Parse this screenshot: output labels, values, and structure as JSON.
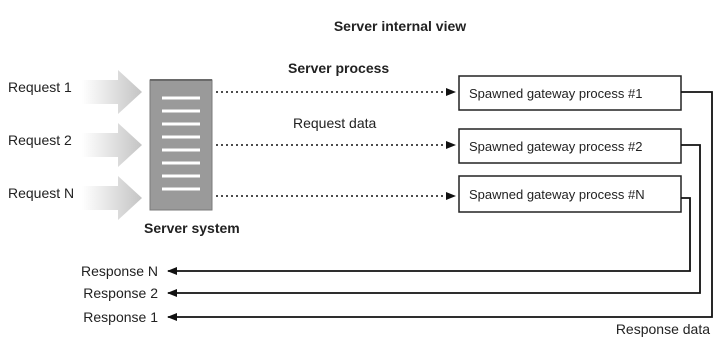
{
  "title": "Server internal view",
  "server_process_label": "Server process",
  "request_data_label": "Request data",
  "server_system_label": "Server system",
  "response_data_label": "Response data",
  "requests": [
    "Request 1",
    "Request 2",
    "Request N"
  ],
  "gateway_processes": [
    "Spawned gateway process #1",
    "Spawned gateway process #2",
    "Spawned gateway process #N"
  ],
  "responses": [
    "Response N",
    "Response 2",
    "Response 1"
  ],
  "colors": {
    "line": "#111111",
    "arrow_fill": "#c8c8c8",
    "server_fill": "#9a9a9a",
    "box_border": "#222222"
  }
}
